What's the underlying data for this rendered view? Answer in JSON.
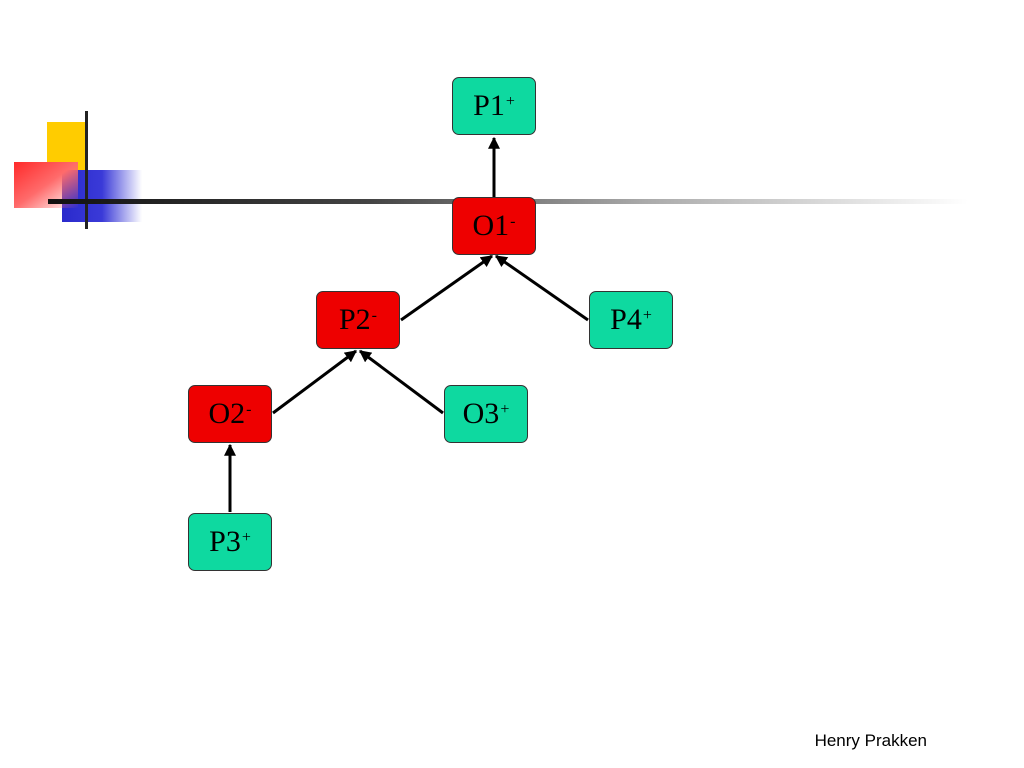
{
  "slide": {
    "author": "Henry Prakken",
    "node_colors": {
      "plus": "#0ed9a0",
      "minus": "#ee0000"
    }
  },
  "diagram": {
    "nodes": [
      {
        "id": "p1",
        "label": "P1",
        "sign": "+",
        "polarity": "plus"
      },
      {
        "id": "o1",
        "label": "O1",
        "sign": "-",
        "polarity": "minus"
      },
      {
        "id": "p2",
        "label": "P2",
        "sign": "-",
        "polarity": "minus"
      },
      {
        "id": "p4",
        "label": "P4",
        "sign": "+",
        "polarity": "plus"
      },
      {
        "id": "o2",
        "label": "O2",
        "sign": "-",
        "polarity": "minus"
      },
      {
        "id": "o3",
        "label": "O3",
        "sign": "+",
        "polarity": "plus"
      },
      {
        "id": "p3",
        "label": "P3",
        "sign": "+",
        "polarity": "plus"
      }
    ],
    "edges": [
      {
        "from": "o1",
        "to": "p1"
      },
      {
        "from": "p2",
        "to": "o1"
      },
      {
        "from": "p4",
        "to": "o1"
      },
      {
        "from": "o2",
        "to": "p2"
      },
      {
        "from": "o3",
        "to": "p2"
      },
      {
        "from": "p3",
        "to": "o2"
      }
    ]
  }
}
